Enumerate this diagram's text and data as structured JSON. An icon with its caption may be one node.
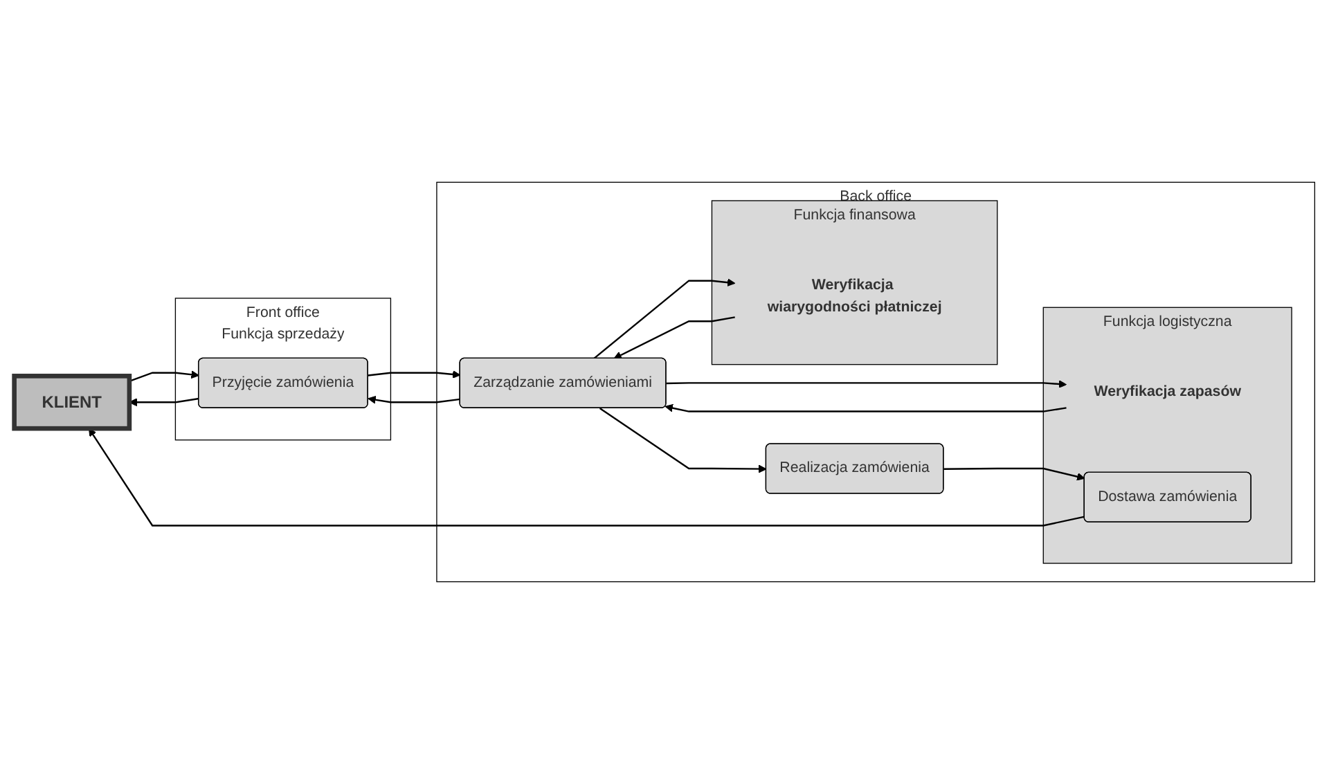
{
  "diagram": {
    "nodes": [
      {
        "text": [
          "KLIENT"
        ]
      },
      {
        "text": [
          "Front office",
          "Funkcja sprzedaży"
        ]
      },
      {
        "text": [
          "Przyjęcie zamówienia"
        ],
        "in": 1
      },
      {
        "text": [
          "Back office"
        ]
      },
      {
        "text": [
          "Funkcja finansowa"
        ],
        "in": 3
      },
      {
        "text": [
          "Weryfikacja wiarygodności płatniczej"
        ],
        "in": 4
      },
      {
        "text": [
          "Zarządzanie zamówieniami"
        ],
        "in": 3
      },
      {
        "text": [
          "Realizacja zamówienia"
        ],
        "in": 3
      },
      {
        "text": [
          "Funkcja logistyczna"
        ],
        "in": 3
      },
      {
        "text": [
          "Weryfikacja zapasów"
        ],
        "in": 8
      },
      {
        "text": [
          "Dostawa zamówienia"
        ],
        "in": 8
      }
    ],
    "edges": [
      {
        "from": 0,
        "to": 2,
        "arrow": "to"
      },
      {
        "from": 2,
        "to": 0,
        "arrow": "to"
      },
      {
        "from": 2,
        "to": 6,
        "arrow": "to"
      },
      {
        "from": 6,
        "to": 2,
        "arrow": "to"
      },
      {
        "from": 6,
        "to": 5,
        "arrow": "to"
      },
      {
        "from": 5,
        "to": 6,
        "arrow": "to"
      },
      {
        "from": 6,
        "to": 9,
        "arrow": "to"
      },
      {
        "from": 9,
        "to": 6,
        "arrow": "to"
      },
      {
        "from": 6,
        "to": 7,
        "arrow": "to"
      },
      {
        "from": 7,
        "to": 10,
        "arrow": "to"
      },
      {
        "from": 10,
        "to": 0,
        "arrow": "to"
      }
    ]
  }
}
